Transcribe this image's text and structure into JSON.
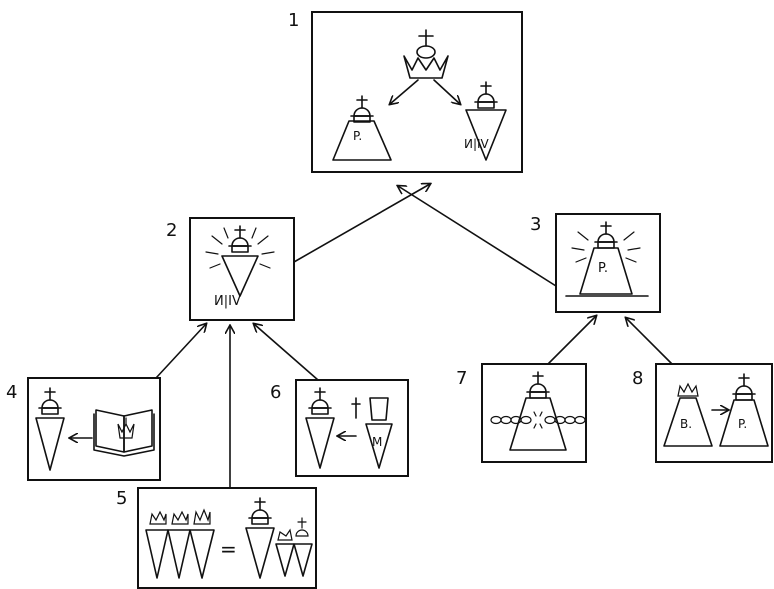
{
  "panels": [
    {
      "number": "1"
    },
    {
      "number": "2"
    },
    {
      "number": "3"
    },
    {
      "number": "4"
    },
    {
      "number": "5"
    },
    {
      "number": "6"
    },
    {
      "number": "7"
    },
    {
      "number": "8"
    }
  ],
  "inscriptions": {
    "pope_letter": "P.",
    "emperor_letters": "И|IV",
    "bishop_letter": "B.",
    "monk_letter": "M",
    "equals": "="
  }
}
